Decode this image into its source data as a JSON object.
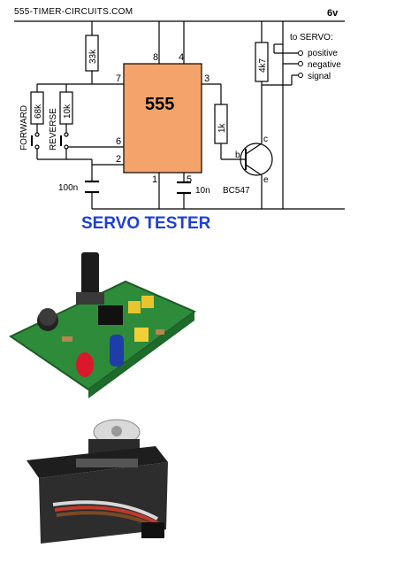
{
  "header": {
    "site": "555-TIMER-CIRCUITS.COM",
    "supply": "6v"
  },
  "chip": {
    "label": "555",
    "pins": {
      "p8": "8",
      "p4": "4",
      "p7": "7",
      "p3": "3",
      "p6": "6",
      "p2": "2",
      "p1": "1",
      "p5": "5"
    }
  },
  "components": {
    "r1": "33k",
    "r2": "68k",
    "r3": "10k",
    "r4": "1k",
    "r5": "4k7",
    "c1": "100n",
    "c2": "10n",
    "transistor": "BC547",
    "t_b": "b",
    "t_c": "c",
    "t_e": "e"
  },
  "switches": {
    "forward": "FORWARD",
    "reverse": "REVERSE"
  },
  "servo": {
    "header": "to SERVO:",
    "positive": "positive",
    "negative": "negative",
    "signal": "signal"
  },
  "title": "SERVO TESTER"
}
